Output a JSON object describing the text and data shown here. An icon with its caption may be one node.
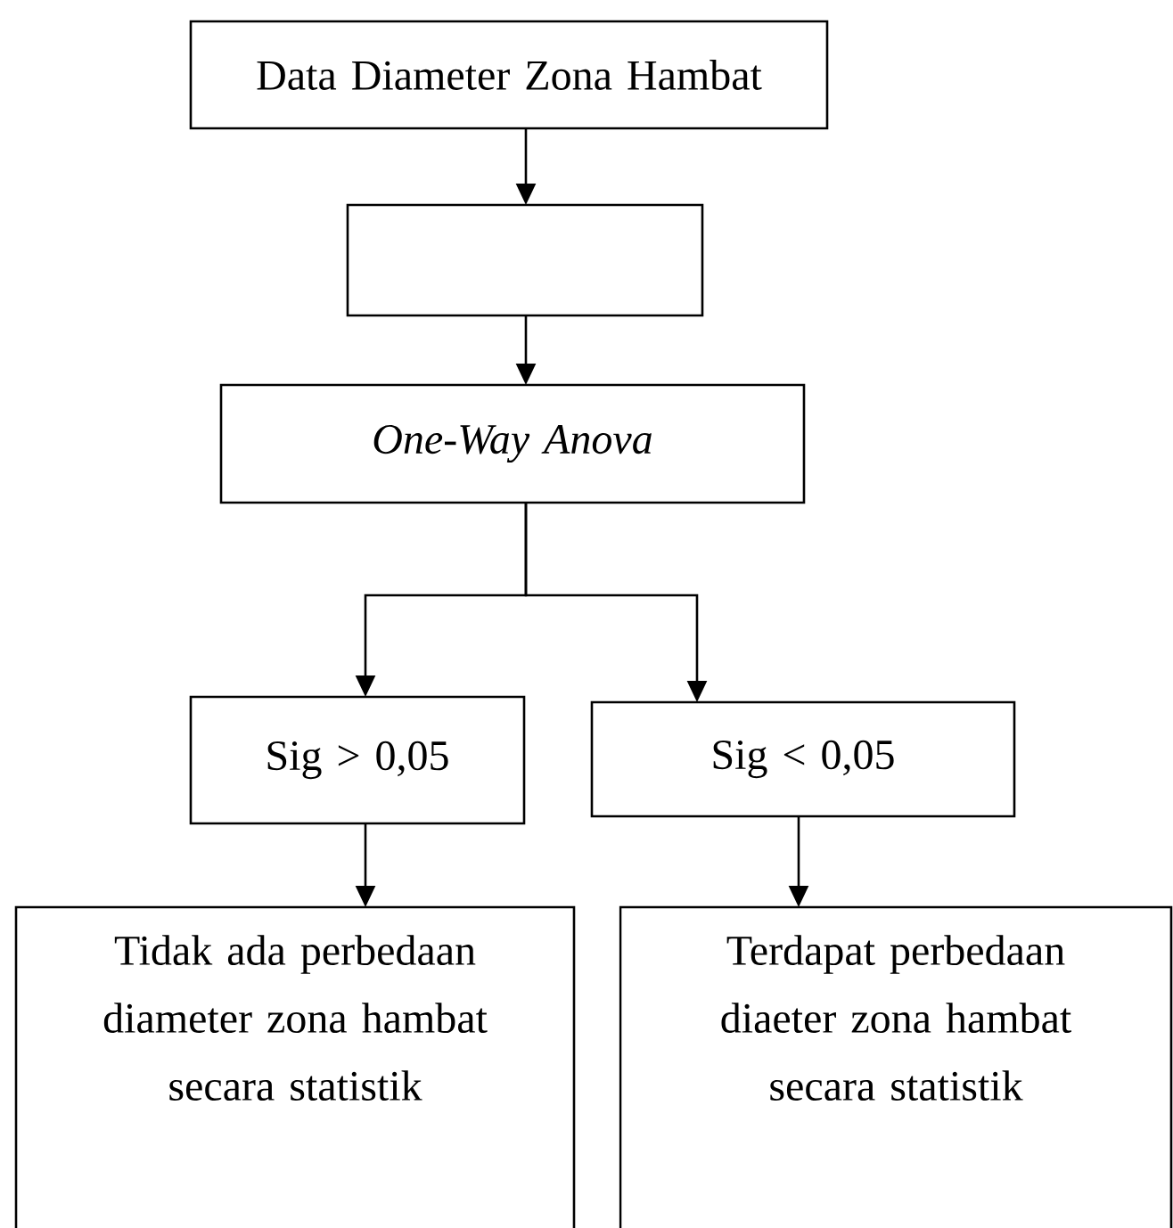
{
  "diagram": {
    "nodes": [
      {
        "text": [
          "Data Diameter Zona Hambat"
        ]
      },
      {
        "text": [],
        "shape": "box"
      },
      {
        "text": [
          "One-Way Anova"
        ]
      },
      {
        "text": [
          "Sig > 0,05"
        ]
      },
      {
        "text": [
          "Sig < 0,05"
        ]
      },
      {
        "text": [
          "Tidak ada perbedaan diameter zona hambat secara statistik"
        ]
      },
      {
        "text": [
          "Terdapat perbedaan diaeter zona hambat secara statistik"
        ]
      }
    ],
    "edges": [
      {
        "from": 0,
        "to": 1,
        "arrow": "to"
      },
      {
        "from": 1,
        "to": 2,
        "arrow": "to"
      },
      {
        "from": 2,
        "to": 3,
        "arrow": "to"
      },
      {
        "from": 2,
        "to": 4,
        "arrow": "to"
      },
      {
        "from": 3,
        "to": 5,
        "arrow": "to"
      },
      {
        "from": 4,
        "to": 6,
        "arrow": "to"
      }
    ]
  }
}
